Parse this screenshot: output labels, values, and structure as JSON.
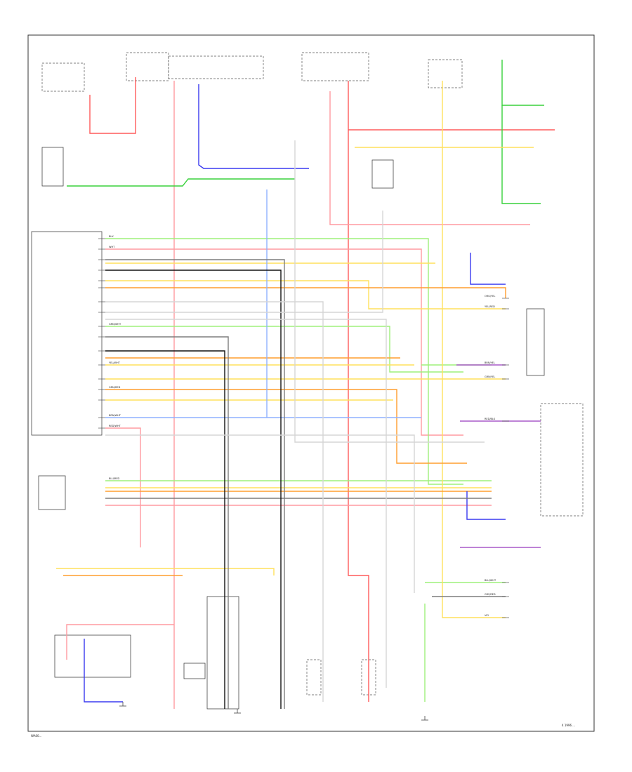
{
  "diagram": {
    "page_label": "WA00...",
    "figure_code": "4 1996 ...",
    "colors": {
      "red": "#ff5a5a",
      "pink": "#ff9aa0",
      "green": "#38d13b",
      "light_green": "#9ef07a",
      "yellow": "#ffe05c",
      "orange": "#ff9d2e",
      "blue": "#3a3af0",
      "light_blue": "#8fb0ff",
      "violet": "#a85ac9",
      "gray": "#7d7d7d",
      "black": "#111111",
      "white_wire": "#d5d5d5",
      "frame": "#333333"
    },
    "wire_labels": [
      "ORG/YEL",
      "YEL/RED",
      "BRN/YEL",
      "GRN/YEL",
      "RED/BLK",
      "BLU/WHT",
      "GRY/RED",
      "VIO",
      "BLK",
      "WHT",
      "GRN/WHT",
      "YEL/WHT",
      "GRN/RED",
      "BRN/WHT",
      "RED/WHT",
      "BLU/RED"
    ]
  }
}
